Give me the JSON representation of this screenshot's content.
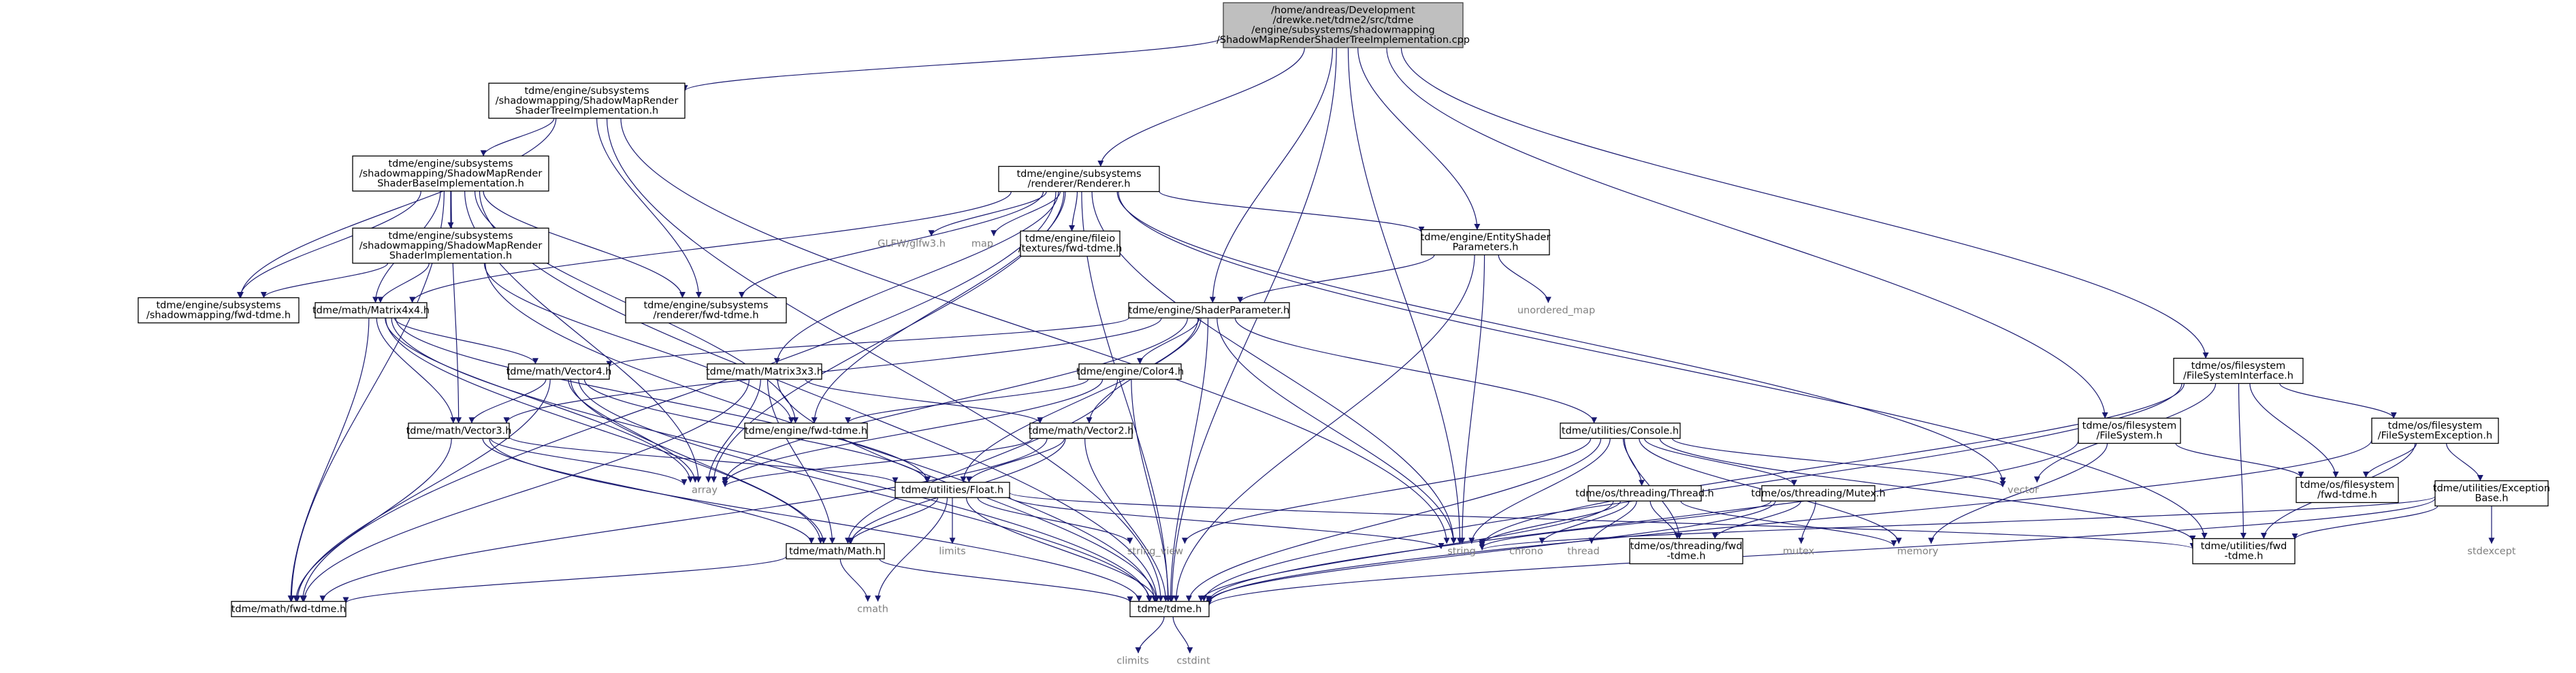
{
  "graph": {
    "type": "include-dependency-graph",
    "root": "root",
    "nodes": [
      {
        "id": "root",
        "lines": [
          "/home/andreas/Development",
          "/drewke.net/tdme2/src/tdme",
          "/engine/subsystems/shadowmapping",
          "/ShadowMapRenderShaderTreeImplementation.cpp"
        ],
        "kind": "root"
      },
      {
        "id": "smrsti_h",
        "lines": [
          "tdme/engine/subsystems",
          "/shadowmapping/ShadowMapRender",
          "ShaderTreeImplementation.h"
        ],
        "kind": "file"
      },
      {
        "id": "smrsbi_h",
        "lines": [
          "tdme/engine/subsystems",
          "/shadowmapping/ShadowMapRender",
          "ShaderBaseImplementation.h"
        ],
        "kind": "file"
      },
      {
        "id": "smrsi_h",
        "lines": [
          "tdme/engine/subsystems",
          "/shadowmapping/ShadowMapRender",
          "ShaderImplementation.h"
        ],
        "kind": "file"
      },
      {
        "id": "sm_fwd",
        "lines": [
          "tdme/engine/subsystems",
          "/shadowmapping/fwd-tdme.h"
        ],
        "kind": "file"
      },
      {
        "id": "renderer_h",
        "lines": [
          "tdme/engine/subsystems",
          "/renderer/Renderer.h"
        ],
        "kind": "file"
      },
      {
        "id": "renderer_fwd",
        "lines": [
          "tdme/engine/subsystems",
          "/renderer/fwd-tdme.h"
        ],
        "kind": "file"
      },
      {
        "id": "glfw",
        "lines": [
          "GLFW/glfw3.h"
        ],
        "kind": "system"
      },
      {
        "id": "map",
        "lines": [
          "map"
        ],
        "kind": "system"
      },
      {
        "id": "fileio_fwd",
        "lines": [
          "tdme/engine/fileio",
          "/textures/fwd-tdme.h"
        ],
        "kind": "file"
      },
      {
        "id": "esp_h",
        "lines": [
          "tdme/engine/EntityShader",
          "Parameters.h"
        ],
        "kind": "file"
      },
      {
        "id": "unordered_map",
        "lines": [
          "unordered_map"
        ],
        "kind": "system"
      },
      {
        "id": "sp_h",
        "lines": [
          "tdme/engine/ShaderParameter.h"
        ],
        "kind": "file"
      },
      {
        "id": "m44_h",
        "lines": [
          "tdme/math/Matrix4x4.h"
        ],
        "kind": "file"
      },
      {
        "id": "v4_h",
        "lines": [
          "tdme/math/Vector4.h"
        ],
        "kind": "file"
      },
      {
        "id": "m33_h",
        "lines": [
          "tdme/math/Matrix3x3.h"
        ],
        "kind": "file"
      },
      {
        "id": "color4_h",
        "lines": [
          "tdme/engine/Color4.h"
        ],
        "kind": "file"
      },
      {
        "id": "engine_fwd",
        "lines": [
          "tdme/engine/fwd-tdme.h"
        ],
        "kind": "file"
      },
      {
        "id": "v3_h",
        "lines": [
          "tdme/math/Vector3.h"
        ],
        "kind": "file"
      },
      {
        "id": "v2_h",
        "lines": [
          "tdme/math/Vector2.h"
        ],
        "kind": "file"
      },
      {
        "id": "array",
        "lines": [
          "array"
        ],
        "kind": "system"
      },
      {
        "id": "console_h",
        "lines": [
          "tdme/utilities/Console.h"
        ],
        "kind": "file"
      },
      {
        "id": "float_h",
        "lines": [
          "tdme/utilities/Float.h"
        ],
        "kind": "file"
      },
      {
        "id": "limits",
        "lines": [
          "limits"
        ],
        "kind": "system"
      },
      {
        "id": "string_view",
        "lines": [
          "string_view"
        ],
        "kind": "system"
      },
      {
        "id": "math_h",
        "lines": [
          "tdme/math/Math.h"
        ],
        "kind": "file"
      },
      {
        "id": "cmath",
        "lines": [
          "cmath"
        ],
        "kind": "system"
      },
      {
        "id": "math_fwd",
        "lines": [
          "tdme/math/fwd-tdme.h"
        ],
        "kind": "file"
      },
      {
        "id": "tdme_h",
        "lines": [
          "tdme/tdme.h"
        ],
        "kind": "file"
      },
      {
        "id": "climits",
        "lines": [
          "climits"
        ],
        "kind": "system"
      },
      {
        "id": "cstdint",
        "lines": [
          "cstdint"
        ],
        "kind": "system"
      },
      {
        "id": "thread_h",
        "lines": [
          "tdme/os/threading/Thread.h"
        ],
        "kind": "file"
      },
      {
        "id": "mutex_h",
        "lines": [
          "tdme/os/threading/Mutex.h"
        ],
        "kind": "file"
      },
      {
        "id": "string",
        "lines": [
          "string"
        ],
        "kind": "system"
      },
      {
        "id": "chrono",
        "lines": [
          "chrono"
        ],
        "kind": "system"
      },
      {
        "id": "thread",
        "lines": [
          "thread"
        ],
        "kind": "system"
      },
      {
        "id": "threading_fwd",
        "lines": [
          "tdme/os/threading/fwd",
          "-tdme.h"
        ],
        "kind": "file"
      },
      {
        "id": "mutex",
        "lines": [
          "mutex"
        ],
        "kind": "system"
      },
      {
        "id": "memory",
        "lines": [
          "memory"
        ],
        "kind": "system"
      },
      {
        "id": "vector",
        "lines": [
          "vector"
        ],
        "kind": "system"
      },
      {
        "id": "fsi_h",
        "lines": [
          "tdme/os/filesystem",
          "/FileSystemInterface.h"
        ],
        "kind": "file"
      },
      {
        "id": "fs_h",
        "lines": [
          "tdme/os/filesystem",
          "/FileSystem.h"
        ],
        "kind": "file"
      },
      {
        "id": "fse_h",
        "lines": [
          "tdme/os/filesystem",
          "/FileSystemException.h"
        ],
        "kind": "file"
      },
      {
        "id": "fs_fwd",
        "lines": [
          "tdme/os/filesystem",
          "/fwd-tdme.h"
        ],
        "kind": "file"
      },
      {
        "id": "exb_h",
        "lines": [
          "tdme/utilities/Exception",
          "Base.h"
        ],
        "kind": "file"
      },
      {
        "id": "stdexcept",
        "lines": [
          "stdexcept"
        ],
        "kind": "system"
      },
      {
        "id": "util_fwd",
        "lines": [
          "tdme/utilities/fwd",
          "-tdme.h"
        ],
        "kind": "file"
      }
    ],
    "edges": [
      [
        "root",
        "smrsti_h"
      ],
      [
        "root",
        "renderer_h"
      ],
      [
        "root",
        "esp_h"
      ],
      [
        "root",
        "sp_h"
      ],
      [
        "root",
        "string"
      ],
      [
        "root",
        "fsi_h"
      ],
      [
        "root",
        "fs_h"
      ],
      [
        "root",
        "tdme_h"
      ],
      [
        "smrsti_h",
        "smrsbi_h"
      ],
      [
        "smrsti_h",
        "sm_fwd"
      ],
      [
        "smrsti_h",
        "renderer_fwd"
      ],
      [
        "smrsti_h",
        "string"
      ],
      [
        "smrsti_h",
        "tdme_h"
      ],
      [
        "smrsbi_h",
        "smrsi_h"
      ],
      [
        "smrsbi_h",
        "sm_fwd"
      ],
      [
        "smrsbi_h",
        "renderer_fwd"
      ],
      [
        "smrsbi_h",
        "m44_h"
      ],
      [
        "smrsbi_h",
        "v3_h"
      ],
      [
        "smrsbi_h",
        "engine_fwd"
      ],
      [
        "smrsbi_h",
        "math_fwd"
      ],
      [
        "smrsbi_h",
        "array"
      ],
      [
        "smrsbi_h",
        "tdme_h"
      ],
      [
        "smrsi_h",
        "sm_fwd"
      ],
      [
        "smrsi_h",
        "m44_h"
      ],
      [
        "smrsi_h",
        "engine_fwd"
      ],
      [
        "smrsi_h",
        "tdme_h"
      ],
      [
        "renderer_h",
        "renderer_fwd"
      ],
      [
        "renderer_h",
        "glfw"
      ],
      [
        "renderer_h",
        "map"
      ],
      [
        "renderer_h",
        "fileio_fwd"
      ],
      [
        "renderer_h",
        "esp_h"
      ],
      [
        "renderer_h",
        "m44_h"
      ],
      [
        "renderer_h",
        "m33_h"
      ],
      [
        "renderer_h",
        "engine_fwd"
      ],
      [
        "renderer_h",
        "math_fwd"
      ],
      [
        "renderer_h",
        "string"
      ],
      [
        "renderer_h",
        "vector"
      ],
      [
        "renderer_h",
        "array"
      ],
      [
        "renderer_h",
        "util_fwd"
      ],
      [
        "renderer_h",
        "tdme_h"
      ],
      [
        "esp_h",
        "sp_h"
      ],
      [
        "esp_h",
        "unordered_map"
      ],
      [
        "esp_h",
        "string"
      ],
      [
        "esp_h",
        "tdme_h"
      ],
      [
        "sp_h",
        "v4_h"
      ],
      [
        "sp_h",
        "v3_h"
      ],
      [
        "sp_h",
        "v2_h"
      ],
      [
        "sp_h",
        "color4_h"
      ],
      [
        "sp_h",
        "console_h"
      ],
      [
        "sp_h",
        "float_h"
      ],
      [
        "sp_h",
        "string"
      ],
      [
        "sp_h",
        "array"
      ],
      [
        "sp_h",
        "tdme_h"
      ],
      [
        "m44_h",
        "v4_h"
      ],
      [
        "m44_h",
        "v3_h"
      ],
      [
        "m44_h",
        "math_h"
      ],
      [
        "m44_h",
        "math_fwd"
      ],
      [
        "m44_h",
        "array"
      ],
      [
        "m44_h",
        "float_h"
      ],
      [
        "m44_h",
        "tdme_h"
      ],
      [
        "v4_h",
        "v3_h"
      ],
      [
        "v4_h",
        "math_h"
      ],
      [
        "v4_h",
        "math_fwd"
      ],
      [
        "v4_h",
        "array"
      ],
      [
        "v4_h",
        "float_h"
      ],
      [
        "v4_h",
        "tdme_h"
      ],
      [
        "m33_h",
        "v2_h"
      ],
      [
        "m33_h",
        "math_h"
      ],
      [
        "m33_h",
        "math_fwd"
      ],
      [
        "m33_h",
        "array"
      ],
      [
        "m33_h",
        "tdme_h"
      ],
      [
        "color4_h",
        "engine_fwd"
      ],
      [
        "color4_h",
        "array"
      ],
      [
        "color4_h",
        "math_h"
      ],
      [
        "color4_h",
        "tdme_h"
      ],
      [
        "v3_h",
        "math_h"
      ],
      [
        "v3_h",
        "math_fwd"
      ],
      [
        "v3_h",
        "array"
      ],
      [
        "v3_h",
        "float_h"
      ],
      [
        "v3_h",
        "tdme_h"
      ],
      [
        "v2_h",
        "math_h"
      ],
      [
        "v2_h",
        "math_fwd"
      ],
      [
        "v2_h",
        "array"
      ],
      [
        "v2_h",
        "float_h"
      ],
      [
        "v2_h",
        "tdme_h"
      ],
      [
        "console_h",
        "thread_h"
      ],
      [
        "console_h",
        "mutex_h"
      ],
      [
        "console_h",
        "threading_fwd"
      ],
      [
        "console_h",
        "memory"
      ],
      [
        "console_h",
        "string"
      ],
      [
        "console_h",
        "string_view"
      ],
      [
        "console_h",
        "vector"
      ],
      [
        "console_h",
        "util_fwd"
      ],
      [
        "console_h",
        "tdme_h"
      ],
      [
        "float_h",
        "math_h"
      ],
      [
        "float_h",
        "limits"
      ],
      [
        "float_h",
        "cmath"
      ],
      [
        "float_h",
        "string"
      ],
      [
        "float_h",
        "string_view"
      ],
      [
        "float_h",
        "util_fwd"
      ],
      [
        "float_h",
        "tdme_h"
      ],
      [
        "math_h",
        "cmath"
      ],
      [
        "math_h",
        "math_fwd"
      ],
      [
        "math_h",
        "tdme_h"
      ],
      [
        "tdme_h",
        "climits"
      ],
      [
        "tdme_h",
        "cstdint"
      ],
      [
        "thread_h",
        "string"
      ],
      [
        "thread_h",
        "chrono"
      ],
      [
        "thread_h",
        "thread"
      ],
      [
        "thread_h",
        "threading_fwd"
      ],
      [
        "thread_h",
        "memory"
      ],
      [
        "thread_h",
        "tdme_h"
      ],
      [
        "mutex_h",
        "mutex"
      ],
      [
        "mutex_h",
        "string"
      ],
      [
        "mutex_h",
        "threading_fwd"
      ],
      [
        "mutex_h",
        "tdme_h"
      ],
      [
        "fsi_h",
        "fse_h"
      ],
      [
        "fsi_h",
        "fs_fwd"
      ],
      [
        "fsi_h",
        "string"
      ],
      [
        "fsi_h",
        "vector"
      ],
      [
        "fsi_h",
        "util_fwd"
      ],
      [
        "fsi_h",
        "tdme_h"
      ],
      [
        "fs_h",
        "fs_fwd"
      ],
      [
        "fs_h",
        "memory"
      ],
      [
        "fs_h",
        "tdme_h"
      ],
      [
        "fse_h",
        "exb_h"
      ],
      [
        "fse_h",
        "fs_fwd"
      ],
      [
        "fse_h",
        "util_fwd"
      ],
      [
        "fse_h",
        "tdme_h"
      ],
      [
        "exb_h",
        "stdexcept"
      ],
      [
        "exb_h",
        "string"
      ],
      [
        "exb_h",
        "util_fwd"
      ],
      [
        "exb_h",
        "tdme_h"
      ]
    ],
    "colors": {
      "edge": "#191970",
      "node_border": "#000000",
      "root_fill": "#bfbfbf",
      "system_text": "#7f7f7f",
      "background": "#ffffff"
    }
  }
}
